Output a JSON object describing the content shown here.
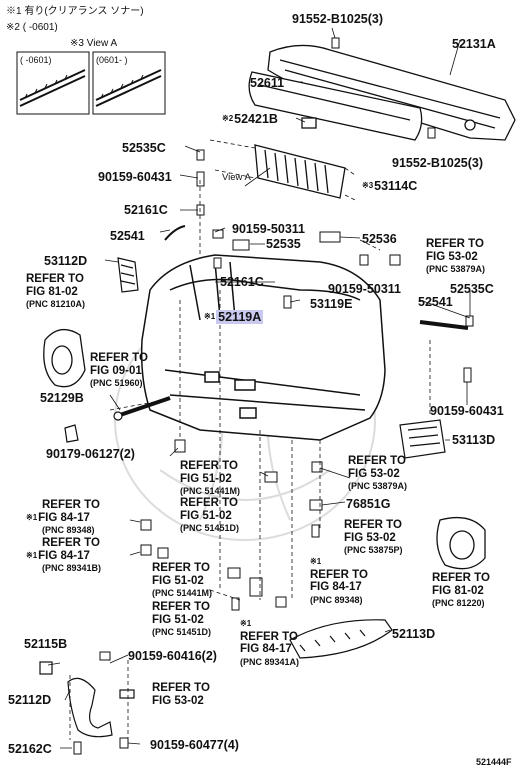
{
  "notes": {
    "note1": "※1 有り(クリアランス ソナー)",
    "note2": "※2 (      -0601)",
    "view_title": "※3 View A",
    "view_left": "(      -0601)",
    "view_right": "(0601-      )"
  },
  "view_a_label": "View A",
  "diagram_id": "521444F",
  "parts": {
    "p91552_top": "91552-B1025(3)",
    "p52131A": "52131A",
    "p52611": "52611",
    "p52421B": "52421B",
    "p52535C_l": "52535C",
    "p91552_bot": "91552-B1025(3)",
    "p90159_60431_l": "90159-60431",
    "p53114C": "53114C",
    "p52161C_a": "52161C",
    "p90159_50311_a": "90159-50311",
    "p52541_l": "52541",
    "p52535": "52535",
    "p52536": "52536",
    "p53112D": "53112D",
    "p52161C_b": "52161C",
    "p90159_50311_b": "90159-50311",
    "p53119E": "53119E",
    "p52541_r": "52541",
    "p52535C_r": "52535C",
    "p52119A": "52119A",
    "p52129B": "52129B",
    "p90159_60431_r": "90159-60431",
    "p53113D": "53113D",
    "p90179_06127": "90179-06127(2)",
    "p76851G": "76851G",
    "p52115B": "52115B",
    "p90159_60416": "90159-60416(2)",
    "p52112D": "52112D",
    "p52162C": "52162C",
    "p90159_60477": "90159-60477(4)",
    "p52113D": "52113D"
  },
  "refs": {
    "r1": {
      "line1": "REFER TO",
      "line2": "FIG 81-02",
      "pnc": "(PNC 81210A)"
    },
    "r2": {
      "line1": "REFER TO",
      "line2": "FIG 09-01",
      "pnc": "(PNC 51960)"
    },
    "r3": {
      "line1": "REFER TO",
      "line2": "FIG 53-02",
      "pnc": "(PNC 53879A)"
    },
    "r4": {
      "line1": "REFER TO",
      "line2": "FIG 51-02",
      "pnc": "(PNC 51441M)"
    },
    "r5": {
      "line1": "REFER TO",
      "line2": "FIG 51-02",
      "pnc": "(PNC 51451D)"
    },
    "r6": {
      "line1": "REFER TO",
      "line2": "FIG 53-02",
      "pnc": "(PNC 53879A)"
    },
    "r7": {
      "line1": "REFER TO",
      "line2": "FIG 84-17",
      "pnc": "(PNC 89348)"
    },
    "r8": {
      "line1": "REFER TO",
      "line2": "FIG 84-17",
      "pnc": "(PNC 89341B)"
    },
    "r9": {
      "line1": "REFER TO",
      "line2": "FIG 53-02",
      "pnc": "(PNC 53875P)"
    },
    "r10": {
      "line1": "REFER TO",
      "line2": "FIG 51-02",
      "pnc": "(PNC 51441M)"
    },
    "r11": {
      "line1": "REFER TO",
      "line2": "FIG 51-02",
      "pnc": "(PNC 51451D)"
    },
    "r12": {
      "line1": "REFER TO",
      "line2": "FIG 84-17",
      "pnc": "(PNC 89348)"
    },
    "r13": {
      "line1": "REFER TO",
      "line2": "FIG 84-17",
      "pnc": "(PNC 89341A)"
    },
    "r14": {
      "line1": "REFER TO",
      "line2": "FIG 81-02",
      "pnc": "(PNC 81220)"
    },
    "r15": {
      "line1": "REFER TO",
      "line2": "FIG 53-02",
      "pnc": ""
    }
  },
  "marks": {
    "m1": "※1",
    "m2": "※2",
    "m3": "※3"
  },
  "colors": {
    "highlight": "#c9c9f0",
    "line": "#111111",
    "watermark": "#d8d8d8"
  }
}
